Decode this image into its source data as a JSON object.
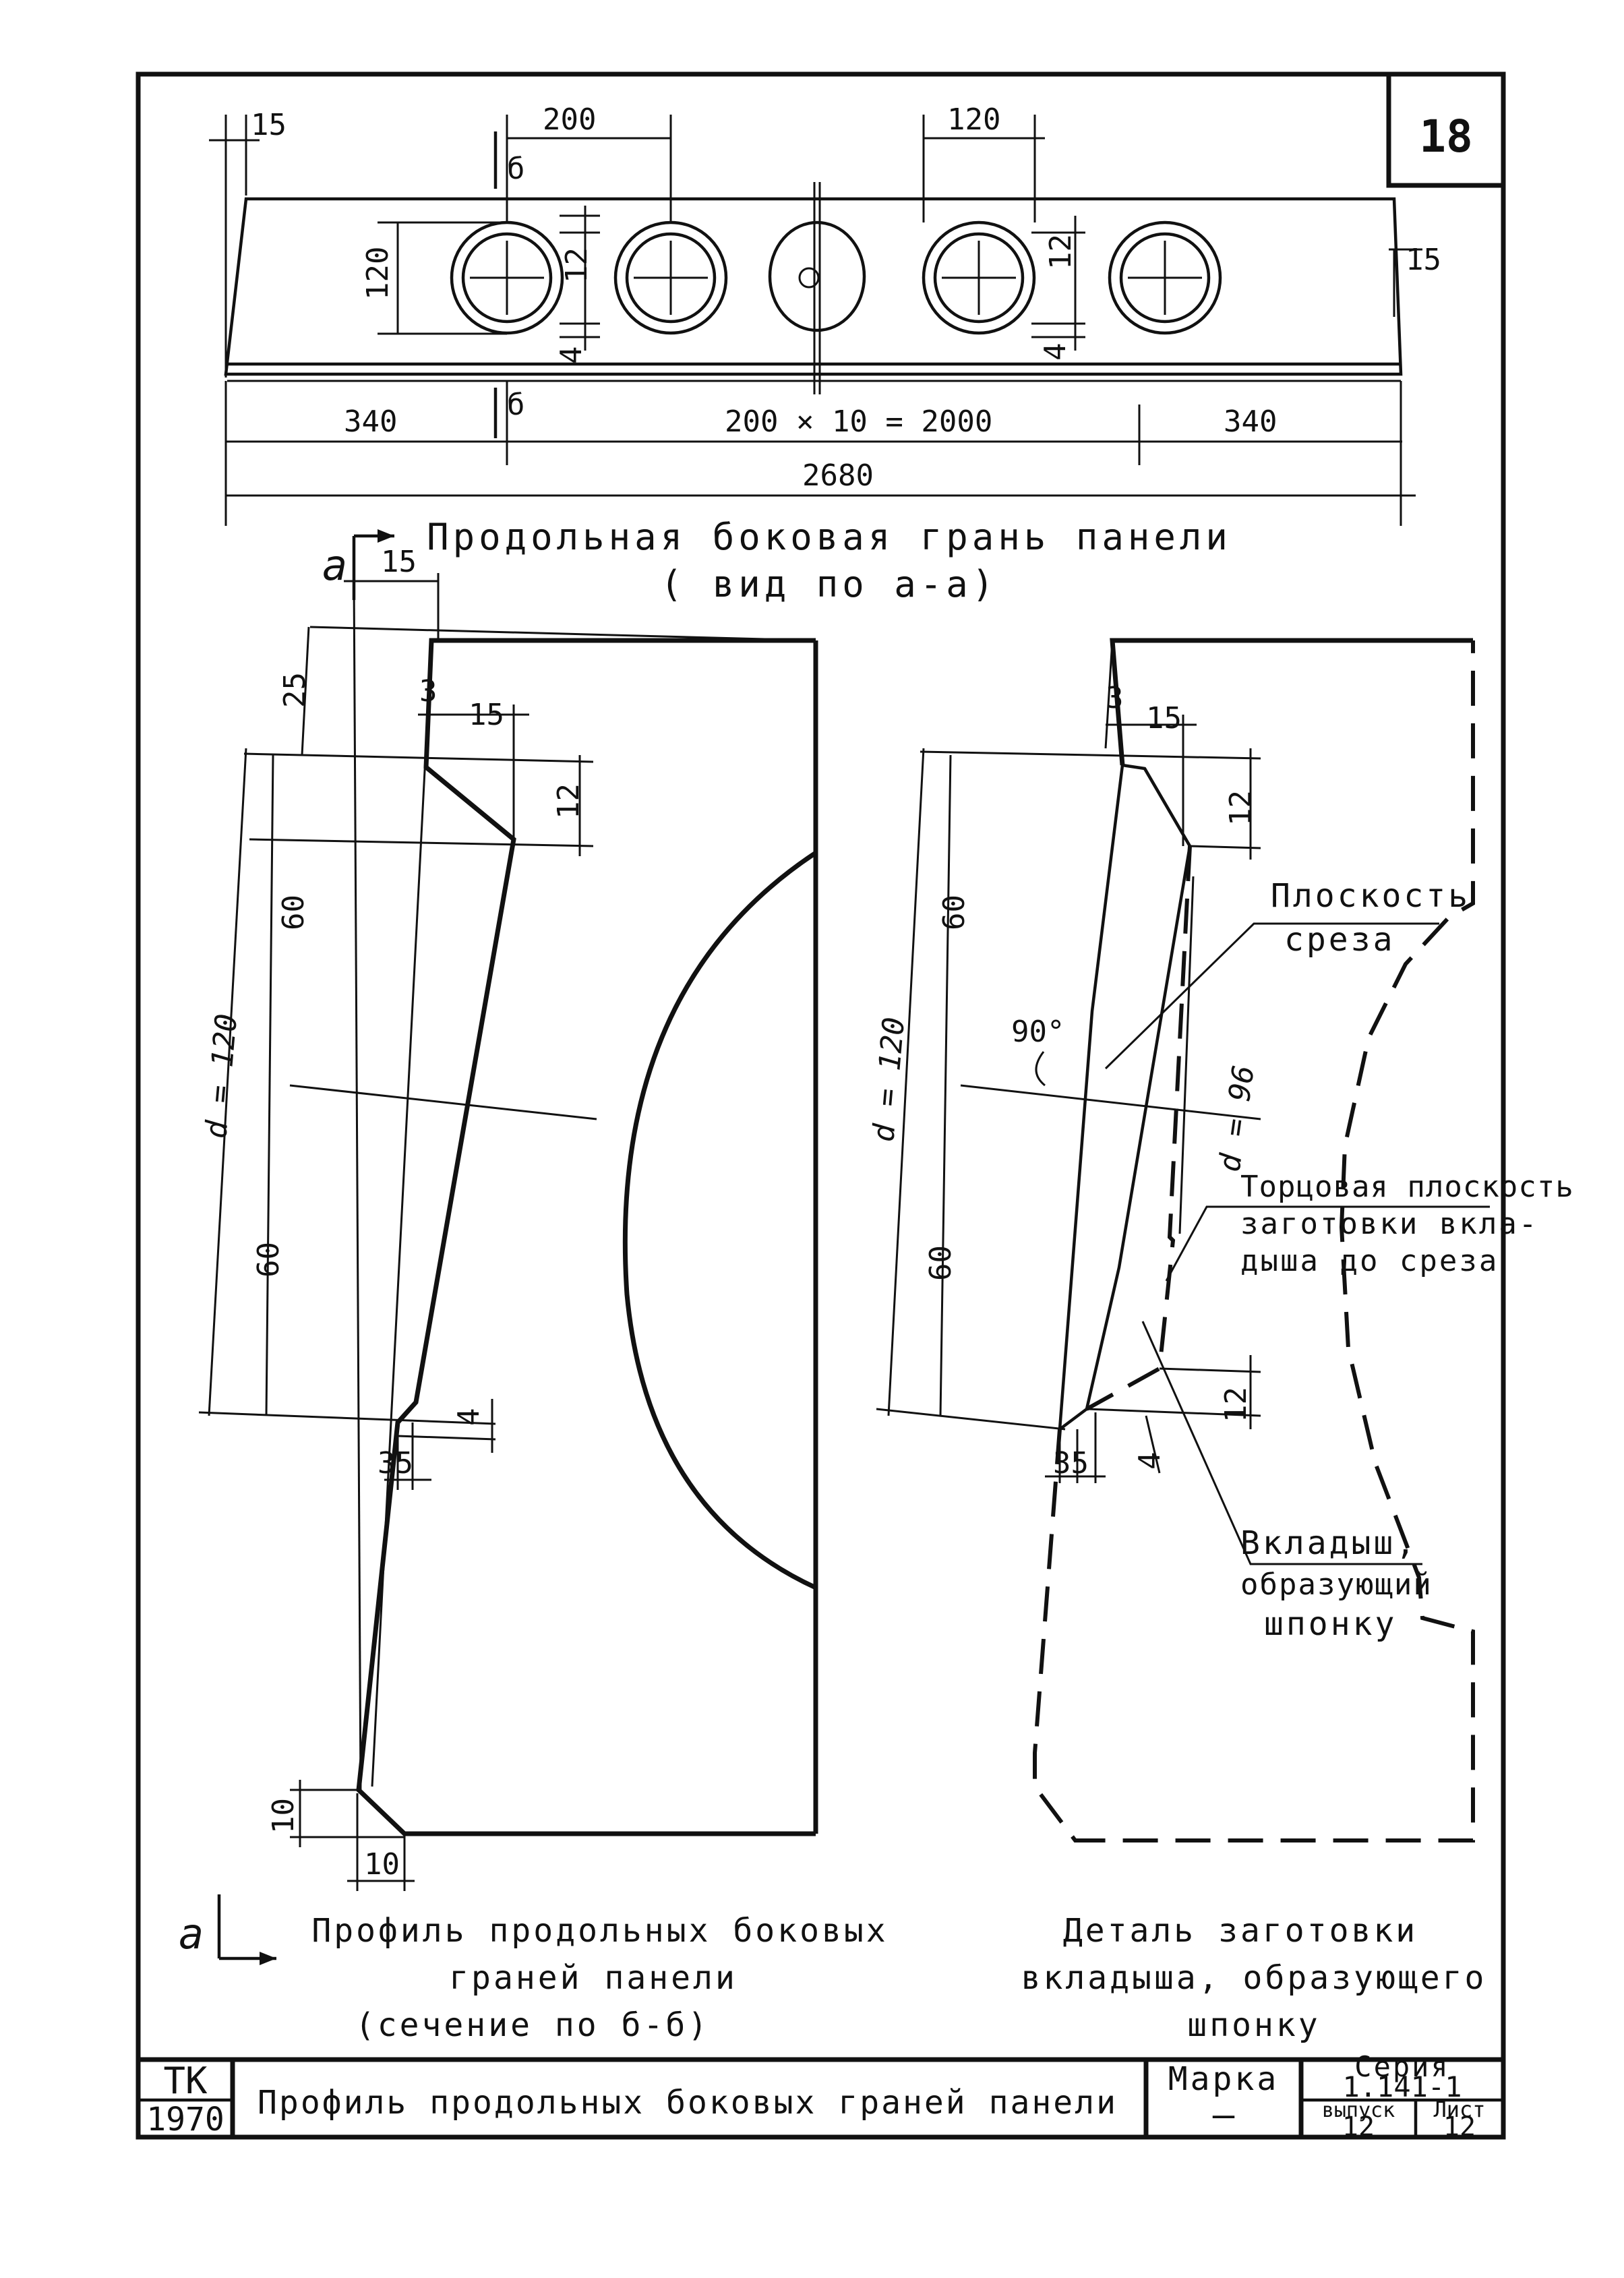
{
  "sheet_number": "18",
  "top_view": {
    "title": "Продольная боковая грань панели",
    "subtitle": "( вид по а-а)",
    "dims": {
      "d15_left": "15",
      "d200": "200",
      "d120": "120",
      "d120_vert": "120",
      "d12_a": "12",
      "d12_b": "12",
      "d4_a": "4",
      "d4_b": "4",
      "d15_right": "15",
      "d340_left": "340",
      "d2000": "200 × 10 = 2000",
      "d340_right": "340",
      "d2680": "2680"
    },
    "section_marks": [
      "б",
      "б"
    ]
  },
  "profile_view": {
    "section_mark_top": "а",
    "section_mark_bottom": "а",
    "dims": {
      "d15_top": "15",
      "d25": "25",
      "d3": "3",
      "d15": "15",
      "d12": "12",
      "d60_top": "60",
      "d120": "d = 120",
      "d60_bottom": "60",
      "d4": "4",
      "d3_5": "35",
      "d10_vert": "10",
      "d10_horiz": "10"
    },
    "caption_line1": "Профиль продольных боковых",
    "caption_line2": "граней панели",
    "caption_line3": "(сечение по б-б)"
  },
  "detail_view": {
    "dims": {
      "d3": "3",
      "d15": "15",
      "d12_top": "12",
      "d60_top": "60",
      "d90": "90°",
      "d120": "d = 120",
      "d96": "d = 96",
      "d60_bottom": "60",
      "d12_bottom": "12",
      "d3_5": "35",
      "d4": "4"
    },
    "callout_cut_1": "Плоскость",
    "callout_cut_2": "среза",
    "callout_end_1": "Торцовая плоскость",
    "callout_end_2": "заготовки вкла-",
    "callout_end_3": "дыша до среза",
    "callout_insert_1": "Вкладыш,",
    "callout_insert_2": "образующий",
    "callout_insert_3": "шпонку",
    "caption_line1": "Деталь заготовки",
    "caption_line2": "вкладыша, образующего",
    "caption_line3": "шпонку"
  },
  "title_block": {
    "org": "ТК",
    "year": "1970",
    "title": "Профиль продольных боковых граней панели",
    "marka_label": "Марка",
    "marka_value": "—",
    "series_label": "Серия",
    "series_value": "1.141-1",
    "issue_label": "выпуск",
    "issue_value": "12",
    "sheet_label": "Лист",
    "sheet_value": "12"
  }
}
